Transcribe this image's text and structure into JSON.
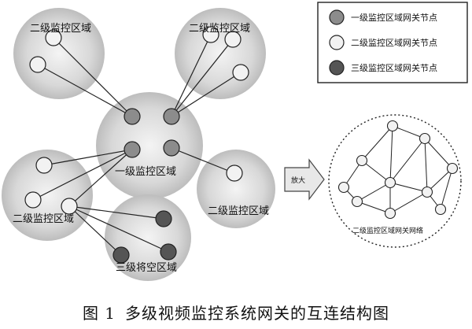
{
  "legend": [
    {
      "label": "一级监控区域网关节点",
      "kind": "level1"
    },
    {
      "label": "二级监控区域网关节点",
      "kind": "level2"
    },
    {
      "label": "三级监控区域网关节点",
      "kind": "level3"
    }
  ],
  "regions": {
    "level1_center": "一级监控区域",
    "level2_top_left": "二级监控区域",
    "level2_top_right": "二级监控区域",
    "level2_bottom_left": "二级监控区域",
    "level2_right": "二级监控区域",
    "level3_bottom": "三级将空区域"
  },
  "arrow_label": "放大",
  "network_label": "二级监控区域网关网络",
  "caption": {
    "figure_number": "图 1",
    "title": "多级视频监控系统网关的互连结构图"
  },
  "colors": {
    "level1_node": "#8c8c8c",
    "level2_node": "#f2f2f2",
    "level3_node": "#555555",
    "region_fill": "#dcdcdc",
    "stroke": "#222222"
  }
}
